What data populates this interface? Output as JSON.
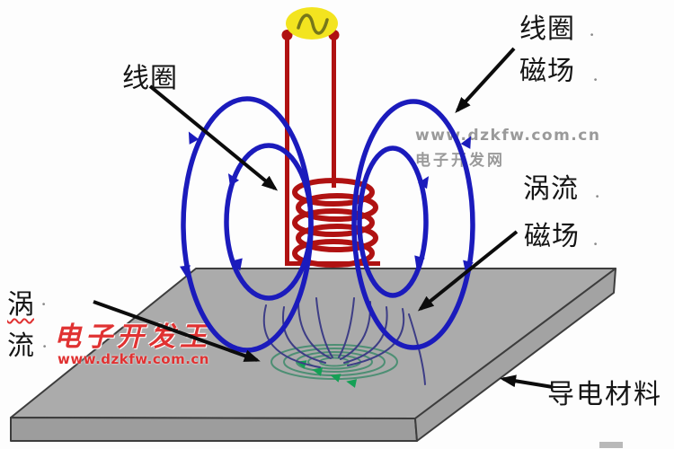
{
  "labels": {
    "coil": "线圈",
    "coil_field": [
      "线圈",
      "磁场"
    ],
    "eddy_field": [
      "涡流",
      "磁场"
    ],
    "eddy_current": [
      "涡",
      "流"
    ],
    "conductive_material": "导电材料",
    "para_mark": "·"
  },
  "watermarks": {
    "top_url": "www.dzkfw.com.cn",
    "top_site": "电子开发网",
    "red_site": "电子开发王",
    "red_url": "www.dzkfw.com.cn"
  },
  "icons": {
    "ac_source": "sine-wave"
  },
  "colors": {
    "coil_red": "#b01212",
    "field_blue": "#1b1bbc",
    "field_navy": "#3d3d86",
    "eddy_green": "#4d8f74",
    "eddy_arrow_green": "#14a055",
    "source_yellow": "#f3e41f",
    "source_wave": "#77771a",
    "slab_top": "#ababab",
    "slab_front": "#9d9d9d",
    "slab_side": "#a3a3a3",
    "slab_outline": "#3d3d3d",
    "arrow_black": "#0c0c0c",
    "label_black": "#151515",
    "watermark_gray": "#9a9a9a",
    "watermark_red": "#e03232"
  }
}
